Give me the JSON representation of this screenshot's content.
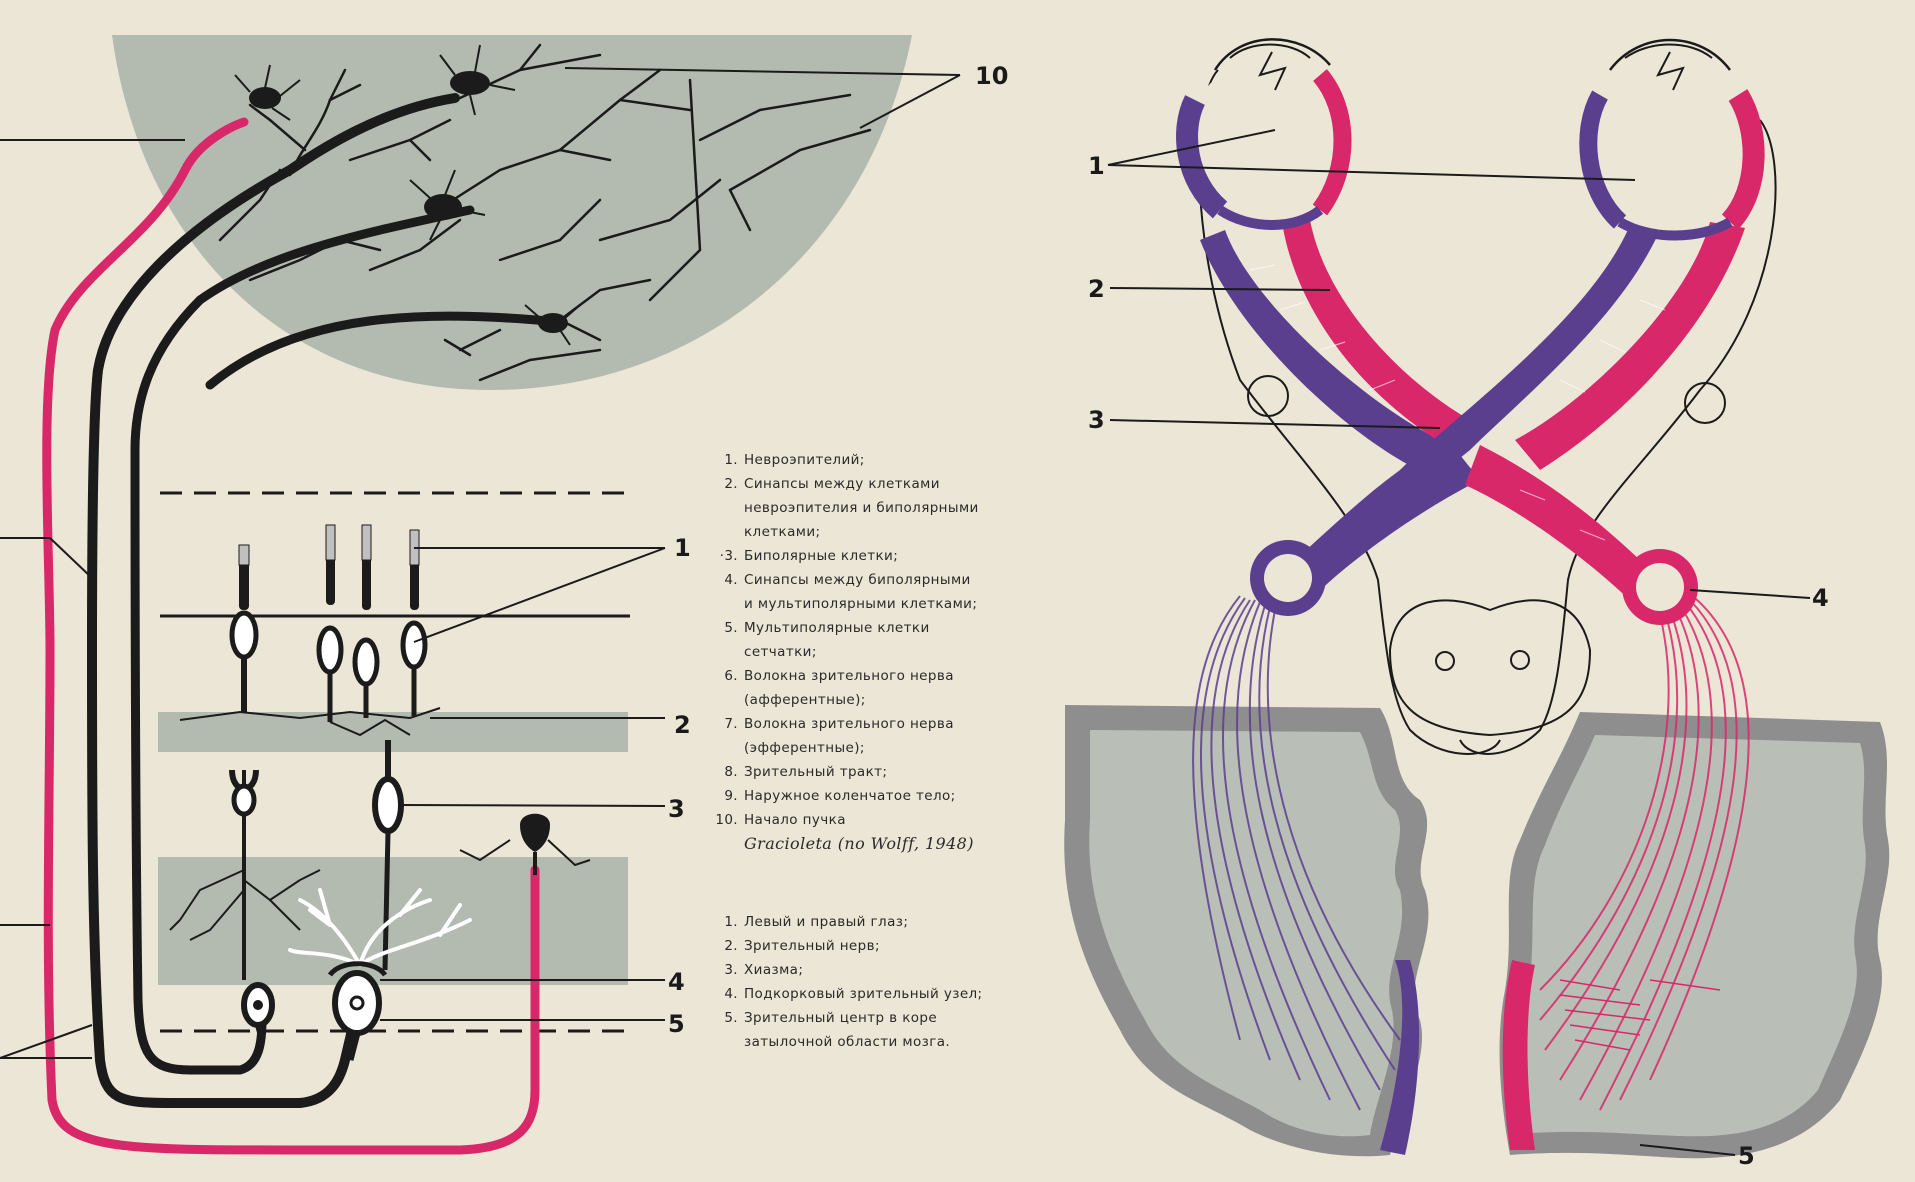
{
  "retina": {
    "callouts": [
      "1",
      "2",
      "3",
      "4",
      "5",
      "10"
    ],
    "legend": [
      {
        "num": "1.",
        "lines": [
          "Невроэпителий;"
        ]
      },
      {
        "num": "2.",
        "lines": [
          "Синапсы между клетками",
          "невроэпителия и биполярными",
          "клетками;"
        ]
      },
      {
        "num": "·3.",
        "lines": [
          "Биполярные клетки;"
        ]
      },
      {
        "num": "4.",
        "lines": [
          "Синапсы между биполярными",
          "и мультиполярными клетками;"
        ]
      },
      {
        "num": "5.",
        "lines": [
          "Мультиполярные клетки",
          "сетчатки;"
        ]
      },
      {
        "num": "6.",
        "lines": [
          "Волокна зрительного нерва",
          "(афферентные);"
        ]
      },
      {
        "num": "7.",
        "lines": [
          "Волокна зрительного нерва",
          "(эфферентные);"
        ]
      },
      {
        "num": "8.",
        "lines": [
          "Зрительный тракт;"
        ]
      },
      {
        "num": "9.",
        "lines": [
          "Наружное коленчатое тело;"
        ]
      },
      {
        "num": "10.",
        "lines": [
          "Начало пучка"
        ]
      }
    ],
    "legend_citation": "Gracioleta (по Wolff, 1948)"
  },
  "pathway": {
    "callouts": [
      "1",
      "2",
      "3",
      "4",
      "5"
    ],
    "legend": [
      {
        "num": "1.",
        "text": "Левый и правый глаз;"
      },
      {
        "num": "2.",
        "text": "Зрительный нерв;"
      },
      {
        "num": "3.",
        "text": "Хиазма;"
      },
      {
        "num": "4.",
        "text": "Подкорковый зрительный узел;"
      },
      {
        "num": "5.",
        "text": "Зрительный центр в коре",
        "cont": "затылочной области мозга."
      }
    ]
  },
  "colors": {
    "paper": "#ece6d6",
    "tissue_gray": "#b8bfb4",
    "cortex_dark": "#8c8c8c",
    "nerve_black": "#1b1b1b",
    "pink": "#d8286a",
    "purple": "#5b3f8f"
  }
}
